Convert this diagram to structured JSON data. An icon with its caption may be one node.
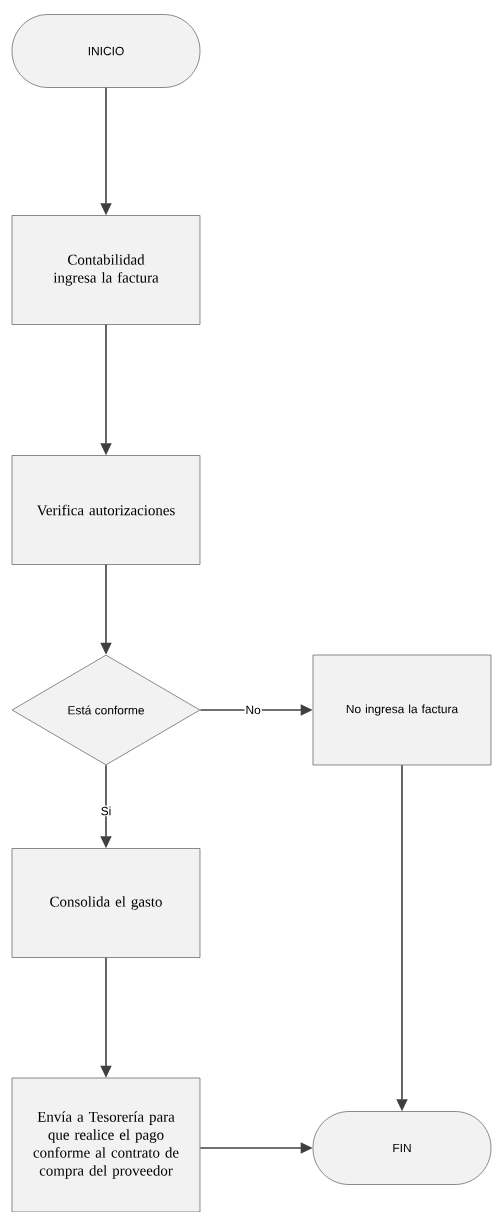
{
  "diagram": {
    "nodes": [
      {
        "text": [
          "INICIO"
        ]
      },
      {
        "text": [
          "Contabilidad ingresa la factura"
        ]
      },
      {
        "text": [
          "Verifica autorizaciones"
        ]
      },
      {
        "text": [
          "Está conforme"
        ]
      },
      {
        "text": [
          "No ingresa la factura"
        ]
      },
      {
        "text": [
          "Consolida el gasto"
        ]
      },
      {
        "text": [
          "Envía a Tesorería para que realice el pago conforme al contrato de compra del proveedor"
        ]
      },
      {
        "text": [
          "FIN"
        ]
      }
    ],
    "edges": [
      {
        "from": 0,
        "to": 1,
        "arrow": "to"
      },
      {
        "from": 1,
        "to": 2,
        "arrow": "to"
      },
      {
        "from": 2,
        "to": 3,
        "arrow": "to"
      },
      {
        "from": 3,
        "to": 4,
        "arrow": "to",
        "label": "No"
      },
      {
        "from": 3,
        "to": 5,
        "arrow": "to",
        "label": "Si"
      },
      {
        "from": 4,
        "to": 7,
        "arrow": "to"
      },
      {
        "from": 5,
        "to": 6,
        "arrow": "to"
      },
      {
        "from": 6,
        "to": 7,
        "arrow": "to"
      }
    ]
  }
}
